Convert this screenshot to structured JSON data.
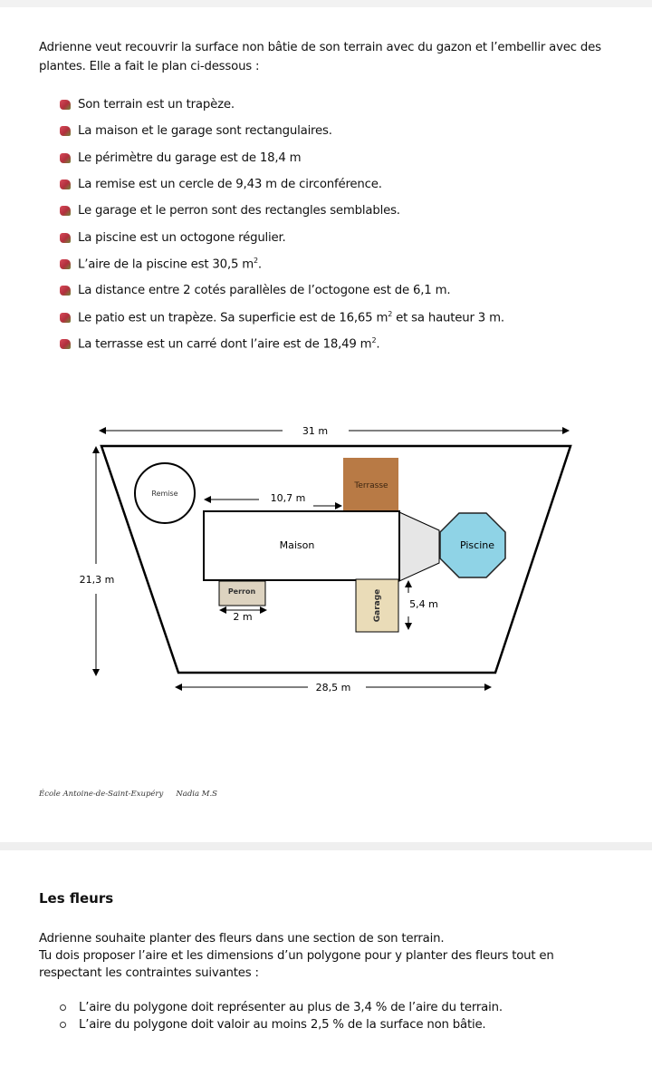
{
  "intro": "Adrienne veut recouvrir la surface non bâtie de son terrain avec du gazon et l’embellir avec des plantes. Elle a fait le plan ci-dessous :",
  "facts": [
    {
      "text": "Son terrain est un trapèze."
    },
    {
      "text": "La maison et le garage sont rectangulaires."
    },
    {
      "text": "Le périmètre du garage est de 18,4 m"
    },
    {
      "text": "La remise est un cercle de 9,43 m de circonférence."
    },
    {
      "text": "Le garage et le perron sont des rectangles semblables."
    },
    {
      "text": "La piscine est un octogone régulier."
    },
    {
      "text": "L’aire de la piscine est 30,5 m",
      "sup": "2",
      "after": "."
    },
    {
      "text": "La distance entre 2 cotés parallèles de l’octogone est de 6,1 m."
    },
    {
      "text": "Le patio est un trapèze. Sa superficie est de 16,65 m",
      "sup": "2",
      "after": " et sa hauteur 3 m."
    },
    {
      "text": "La terrasse est un carré dont l’aire est de 18,49 m",
      "sup": "2",
      "after": "."
    }
  ],
  "plan": {
    "top_width": "31 m",
    "height": "21,3 m",
    "bottom_width": "28,5 m",
    "house_width": "10,7 m",
    "perron_width": "2 m",
    "garage_length": "5,4 m",
    "labels": {
      "remise": "Remise",
      "terrasse": "Terrasse",
      "maison": "Maison",
      "piscine": "Piscine",
      "perron": "Perron",
      "garage": "Garage"
    },
    "colors": {
      "terrasse": "#b87a45",
      "piscine": "#8fd3e6",
      "perron": "#ddd3c0",
      "garage": "#eadcb8",
      "patio": "#e6e6e6"
    }
  },
  "credit": {
    "school": "École Antoine-de-Saint-Exupéry",
    "author": "Nadia M.S"
  },
  "section2": {
    "title": "Les fleurs",
    "para1": "Adrienne souhaite planter des fleurs dans une section de son terrain.",
    "para2": "Tu dois proposer l’aire et les dimensions d’un polygone pour y planter des fleurs tout en respectant les contraintes suivantes :",
    "constraints": [
      "L’aire du polygone doit représenter au plus de 3,4 % de l’aire du terrain.",
      "L’aire du polygone doit valoir au moins 2,5 % de la surface non bâtie."
    ]
  }
}
